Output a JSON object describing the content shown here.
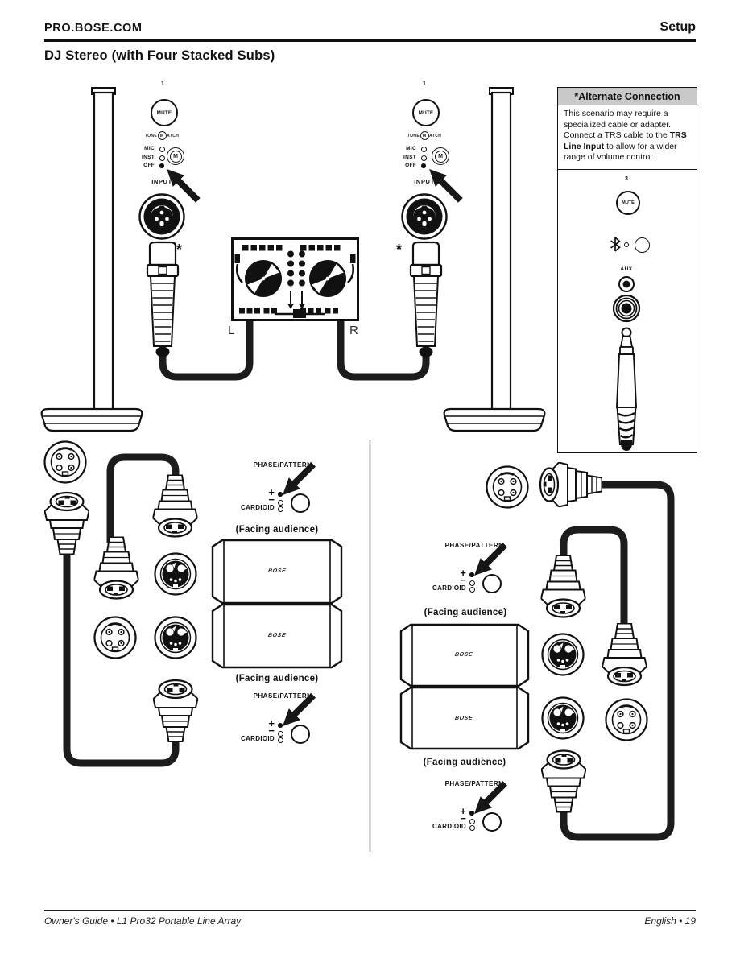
{
  "header": {
    "site": "PRO.BOSE.COM",
    "section": "Setup"
  },
  "page_title": "DJ Stereo (with Four Stacked Subs)",
  "speaker_panel": {
    "channel_number": "1",
    "mute_label": "MUTE",
    "tonematch_left": "TONE",
    "tonematch_m": "M",
    "tonematch_right": "ATCH",
    "led_mic": "MIC",
    "led_inst": "INST",
    "led_off": "OFF",
    "input_label": "INPUT",
    "asterisk": "*",
    "m_knob": "M"
  },
  "dj_controller": {
    "left_label": "L",
    "right_label": "R"
  },
  "alt_connection": {
    "title": "*Alternate Connection",
    "body_pre": "This scenario may require a specialized cable or adapter. Connect a TRS cable to the ",
    "body_bold": "TRS Line Input",
    "body_post": " to allow for a wider range of volume control.",
    "channel_number": "3",
    "mute_label": "MUTE",
    "aux_label": "AUX"
  },
  "subwoofer": {
    "phase_pattern_label": "PHASE/PATTERN",
    "plus": "+",
    "minus": "−",
    "cardioid_label": "CARDIOID",
    "facing_label": "(Facing audience)",
    "brand": "BOSE"
  },
  "footer": {
    "left": "Owner's Guide • L1 Pro32 Portable Line Array",
    "right": "English • 19"
  }
}
